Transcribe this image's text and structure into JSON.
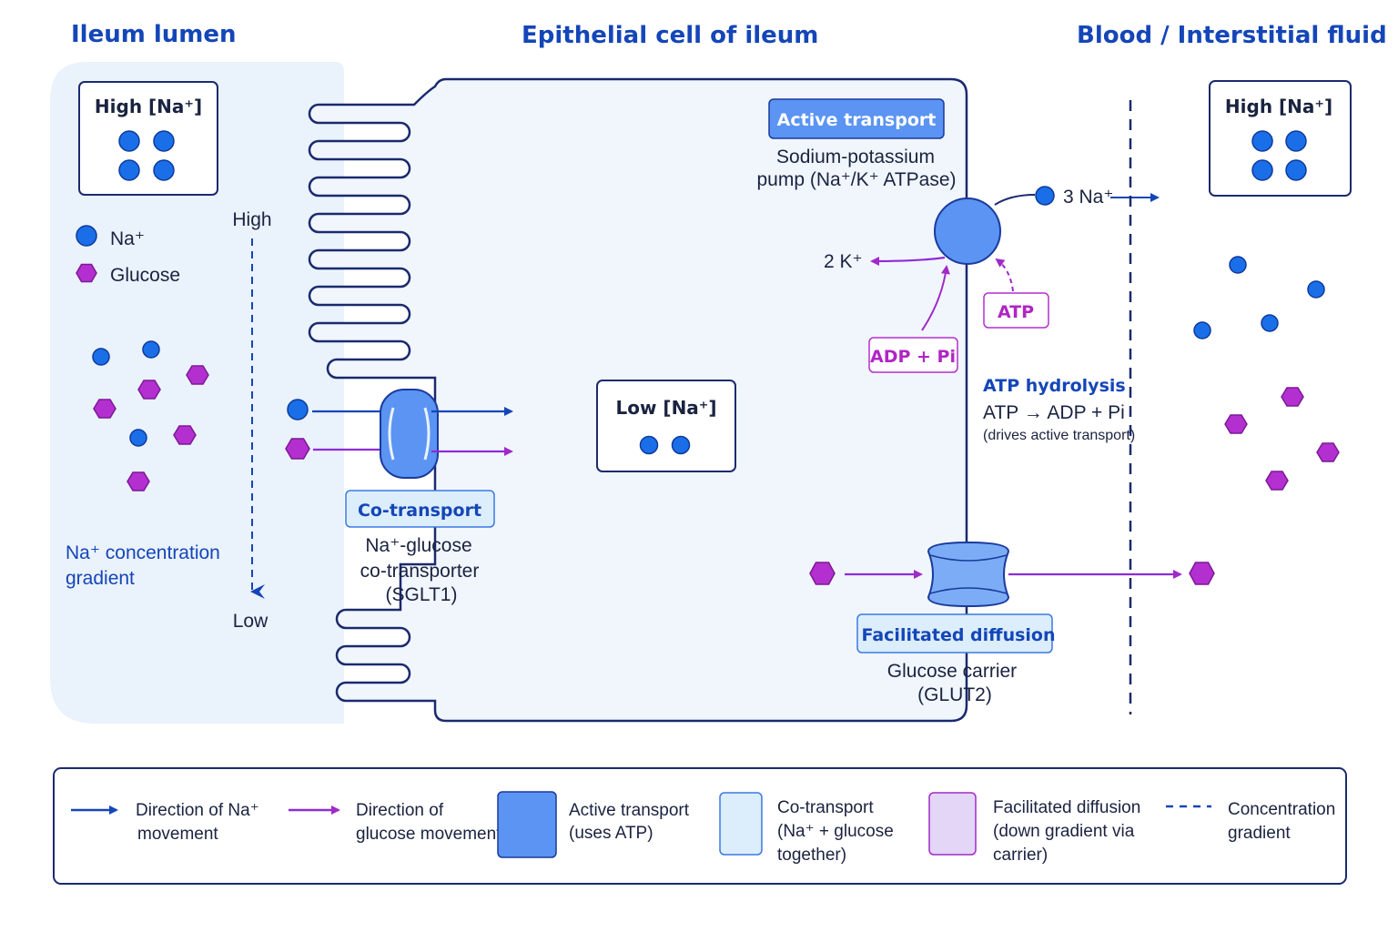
{
  "headers": {
    "lumen": "Ileum lumen",
    "cell": "Epithelial cell of ileum",
    "blood": "Blood / Interstitial fluid"
  },
  "lumen": {
    "high_na_box": "High [Na⁺]",
    "key_na": "Na⁺",
    "key_glucose": "Glucose",
    "gradient_high": "High",
    "gradient_low": "Low",
    "gradient_label_1": "Na⁺ concentration",
    "gradient_label_2": "gradient"
  },
  "cell": {
    "low_na_box": "Low [Na⁺]",
    "cotransport_tag": "Co-transport",
    "cotransporter_line1": "Na⁺-glucose",
    "cotransporter_line2": "co-transporter",
    "cotransporter_line3": "(SGLT1)",
    "active_tag": "Active transport",
    "pump_line1": "Sodium-potassium",
    "pump_line2": "pump (Na⁺/K⁺ ATPase)",
    "k_label": "2 K⁺",
    "na_out_label": "3 Na⁺",
    "atp_box": "ATP",
    "adp_box": "ADP + Pi",
    "hydrolysis_title": "ATP hydrolysis",
    "hydrolysis_eq": "ATP → ADP + Pi",
    "hydrolysis_note": "(drives active transport)",
    "facilitated_tag": "Facilitated diffusion",
    "carrier_line1": "Glucose carrier",
    "carrier_line2": "(GLUT2)"
  },
  "blood": {
    "high_na_box": "High [Na⁺]"
  },
  "legend": {
    "na_dir_1": "Direction of Na⁺",
    "na_dir_2": "movement",
    "glu_dir_1": "Direction of",
    "glu_dir_2": "glucose movement",
    "active_1": "Active transport",
    "active_2": "(uses ATP)",
    "co_1": "Co-transport",
    "co_2": "(Na⁺ + glucose",
    "co_3": "together)",
    "fac_1": "Facilitated diffusion",
    "fac_2": "(down gradient via",
    "fac_3": "carrier)",
    "grad_1": "Concentration",
    "grad_2": "gradient"
  },
  "colors": {
    "header_blue": "#1446b8",
    "sodium": "#1a6fe8",
    "glucose": "#b42fd0",
    "active_fill": "#5b94f2",
    "cotransport_fill": "#dcedfb",
    "facilitated_fill": "#e3d6f7",
    "lumen_bg": "#eaf2fc",
    "cell_bg": "#f1f6fd"
  }
}
